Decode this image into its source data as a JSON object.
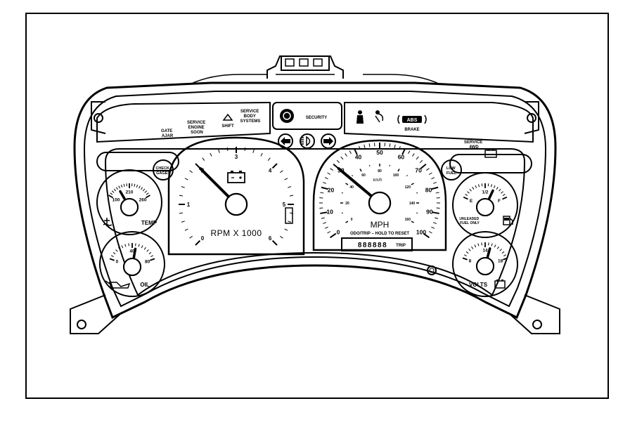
{
  "cluster": {
    "warnings_left": {
      "gate_ajar": [
        "GATE",
        "AJAR"
      ],
      "service_engine_soon": [
        "SERVICE",
        "ENGINE",
        "SOON"
      ],
      "shift": "SHIFT",
      "service_body_systems": [
        "SERVICE",
        "BODY",
        "SYSTEMS"
      ]
    },
    "security_label": "SECURITY",
    "brake_label": "BRAKE",
    "service_4wd": [
      "SERVICE",
      "4WD"
    ],
    "check_gages": [
      "CHECK",
      "GAGES"
    ],
    "low_fuel": [
      "LOW",
      "FUEL"
    ],
    "trip_label": "TRIP",
    "odometer_digits": "888888"
  },
  "gauges": {
    "temp": {
      "label": "TEMP",
      "ticks": [
        "100",
        "210",
        "260"
      ]
    },
    "oil": {
      "label": "OIL",
      "ticks": [
        "0",
        "40",
        "80"
      ]
    },
    "tach": {
      "label": "RPM X 1000",
      "ticks": [
        "0",
        "1",
        "2",
        "3",
        "4",
        "5",
        "6"
      ]
    },
    "speedo": {
      "label": "MPH",
      "sublabel": "ODO/TRIP – HOLD TO RESET",
      "kmh_label": "km/h",
      "mph_ticks": [
        "0",
        "10",
        "20",
        "30",
        "40",
        "50",
        "60",
        "70",
        "80",
        "90",
        "100"
      ],
      "kmh_ticks": [
        "0",
        "20",
        "40",
        "60",
        "80",
        "100",
        "120",
        "140",
        "160"
      ]
    },
    "fuel": {
      "ticks": [
        "E",
        "1/2",
        "F"
      ],
      "note": [
        "UNLEADED",
        "FUEL ONLY"
      ]
    },
    "volts": {
      "label": "VOLTS",
      "ticks": [
        "8",
        "14",
        "18"
      ]
    }
  }
}
